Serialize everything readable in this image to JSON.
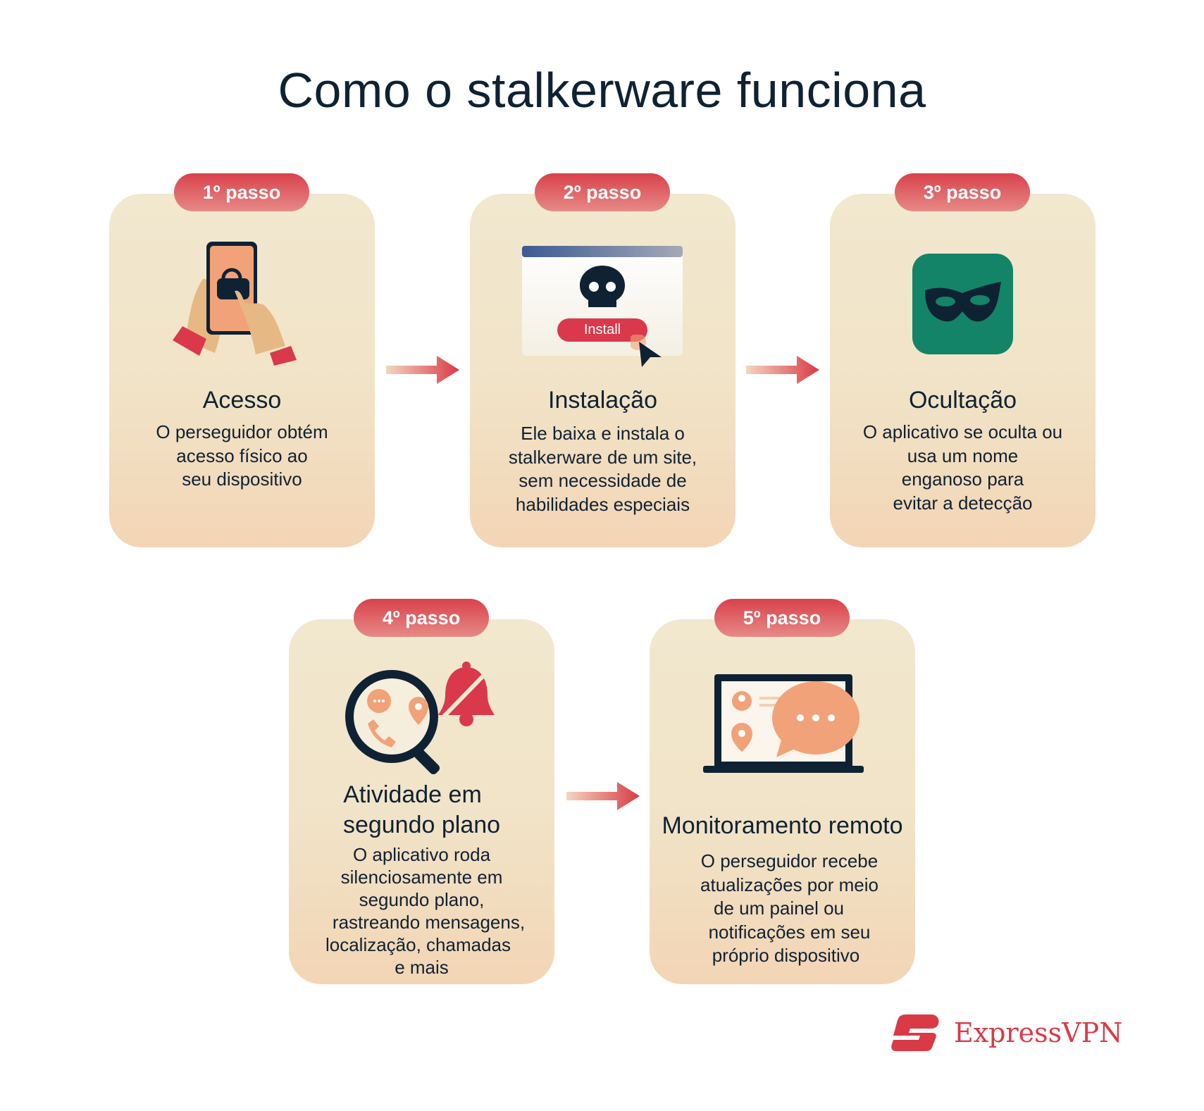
{
  "title": "Como o stalkerware funciona",
  "colors": {
    "accent": "#da3a45",
    "card_top": "#f1e8cf",
    "card_bottom": "#f3d5b5",
    "text": "#0f2233",
    "mask_tile": "#138467"
  },
  "steps": [
    {
      "badge": "1º passo",
      "heading": "Acesso",
      "body": [
        "O perseguidor obtém",
        "acesso físico ao",
        "seu dispositivo"
      ],
      "icon": "hands-unlocking-phone-icon"
    },
    {
      "badge": "2º passo",
      "heading": "Instalação",
      "install_label": "Install",
      "body": [
        "Ele baixa e instala o",
        "stalkerware de um site,",
        "sem necessidade de",
        "habilidades especiais"
      ],
      "icon": "skull-install-window-icon"
    },
    {
      "badge": "3º passo",
      "heading": "Ocultação",
      "body": [
        "O aplicativo se oculta ou",
        "usa um nome",
        "enganoso para",
        "evitar a detecção"
      ],
      "icon": "mask-icon"
    },
    {
      "badge": "4º passo",
      "heading": [
        "Atividade em",
        "segundo plano"
      ],
      "body": [
        "O aplicativo roda",
        "silenciosamente em",
        "segundo plano,",
        "rastreando mensagens,",
        "localização, chamadas",
        "e mais"
      ],
      "icon": "magnifier-muted-bell-icon"
    },
    {
      "badge": "5º passo",
      "heading": "Monitoramento remoto",
      "body": [
        "O perseguidor recebe",
        "atualizações por meio",
        "de um painel ou",
        "notificações em seu",
        "próprio dispositivo"
      ],
      "icon": "laptop-chat-icon"
    }
  ],
  "brand": "ExpressVPN"
}
